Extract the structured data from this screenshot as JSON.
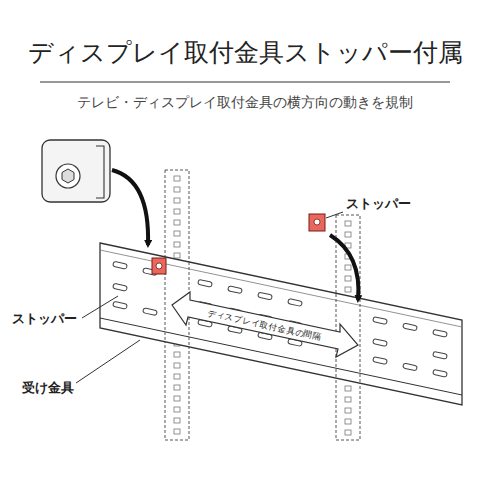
{
  "diagram": {
    "title": "ディスプレイ取付金具ストッパー付属",
    "labels": [
      "テレビ・ディスプレイ取付金具の横方向の動きを規制",
      "ストッパー",
      "ストッパー",
      "受け金具",
      "ディスプレイ取付金具の間隔"
    ]
  }
}
